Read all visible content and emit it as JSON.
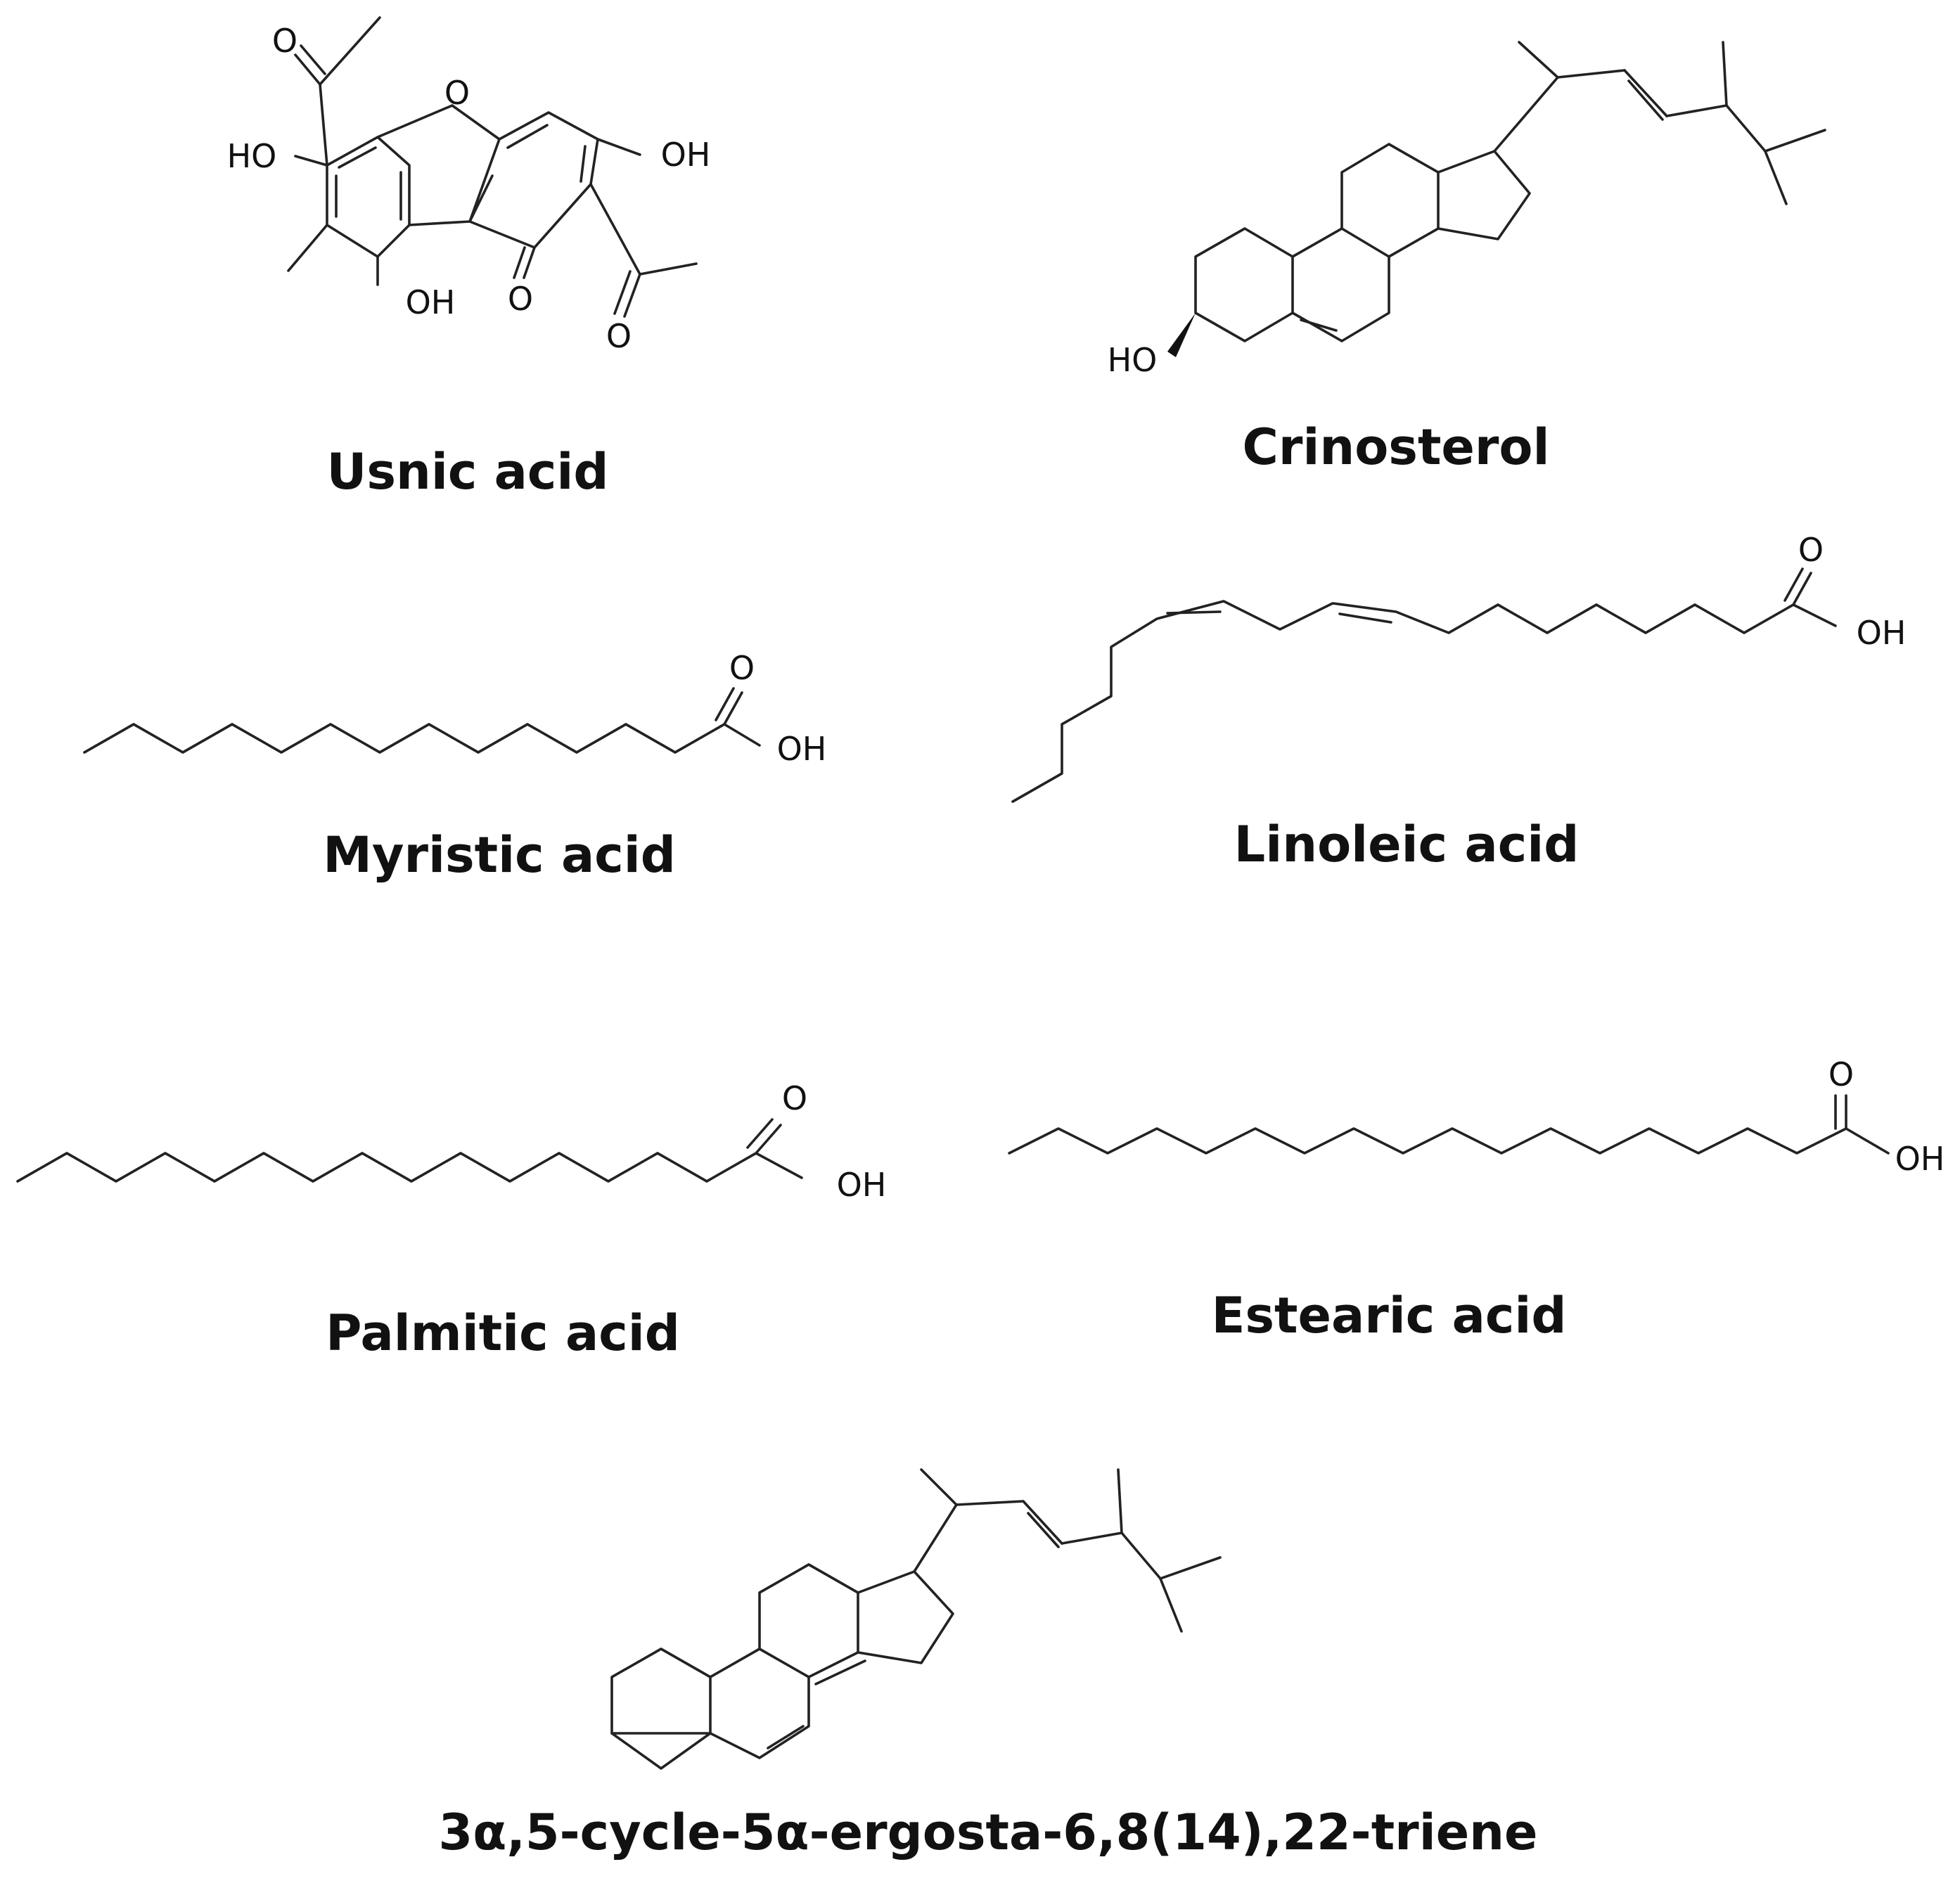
{
  "atoms": {
    "oxygen": "O",
    "hydroxyl": "OH",
    "hydroxyl_left": "HO"
  },
  "compounds": [
    {
      "id": "usnic",
      "name": "Usnic acid"
    },
    {
      "id": "crinosterol",
      "name": "Crinosterol"
    },
    {
      "id": "myristic",
      "name": "Myristic acid"
    },
    {
      "id": "linoleic",
      "name": "Linoleic acid"
    },
    {
      "id": "palmitic",
      "name": "Palmitic acid"
    },
    {
      "id": "estearic",
      "name": "Estearic acid"
    },
    {
      "id": "triene",
      "name": "3α,5-cycle-5α-ergosta-6,8(14),22-triene"
    }
  ]
}
